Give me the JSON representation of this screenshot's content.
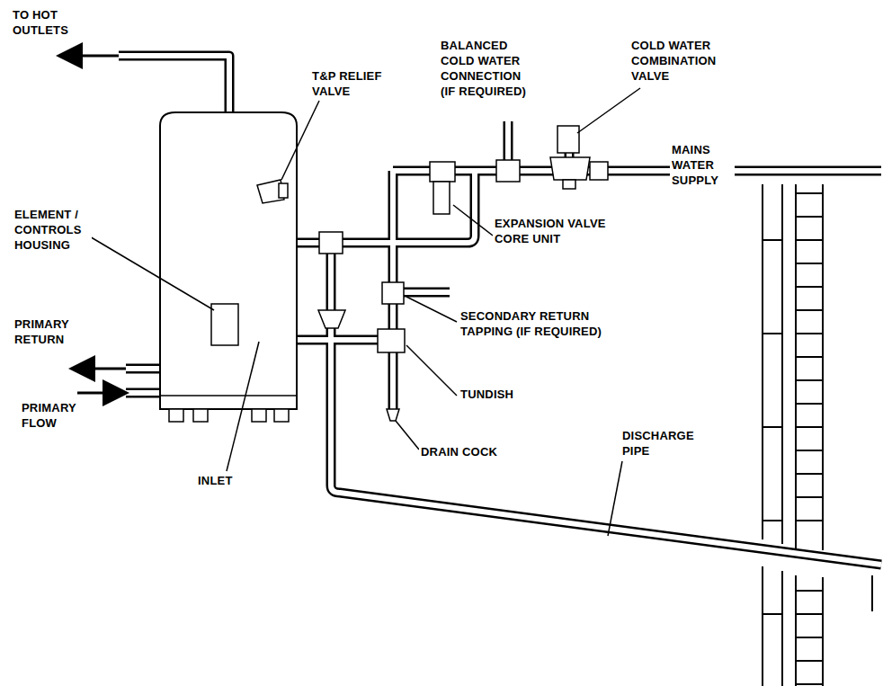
{
  "diagram": {
    "labels": [
      "TO HOT OUTLETS",
      "T&P RELIEF VALVE",
      "BALANCED COLD WATER CONNECTION (IF REQUIRED)",
      "COLD WATER COMBINATION VALVE",
      "MAINS WATER SUPPLY",
      "ELEMENT / CONTROLS HOUSING",
      "EXPANSION VALVE CORE UNIT",
      "SECONDARY RETURN TAPPING (IF REQUIRED)",
      "PRIMARY RETURN",
      "TUNDISH",
      "PRIMARY FLOW",
      "DRAIN COCK",
      "DISCHARGE PIPE",
      "INLET"
    ]
  }
}
